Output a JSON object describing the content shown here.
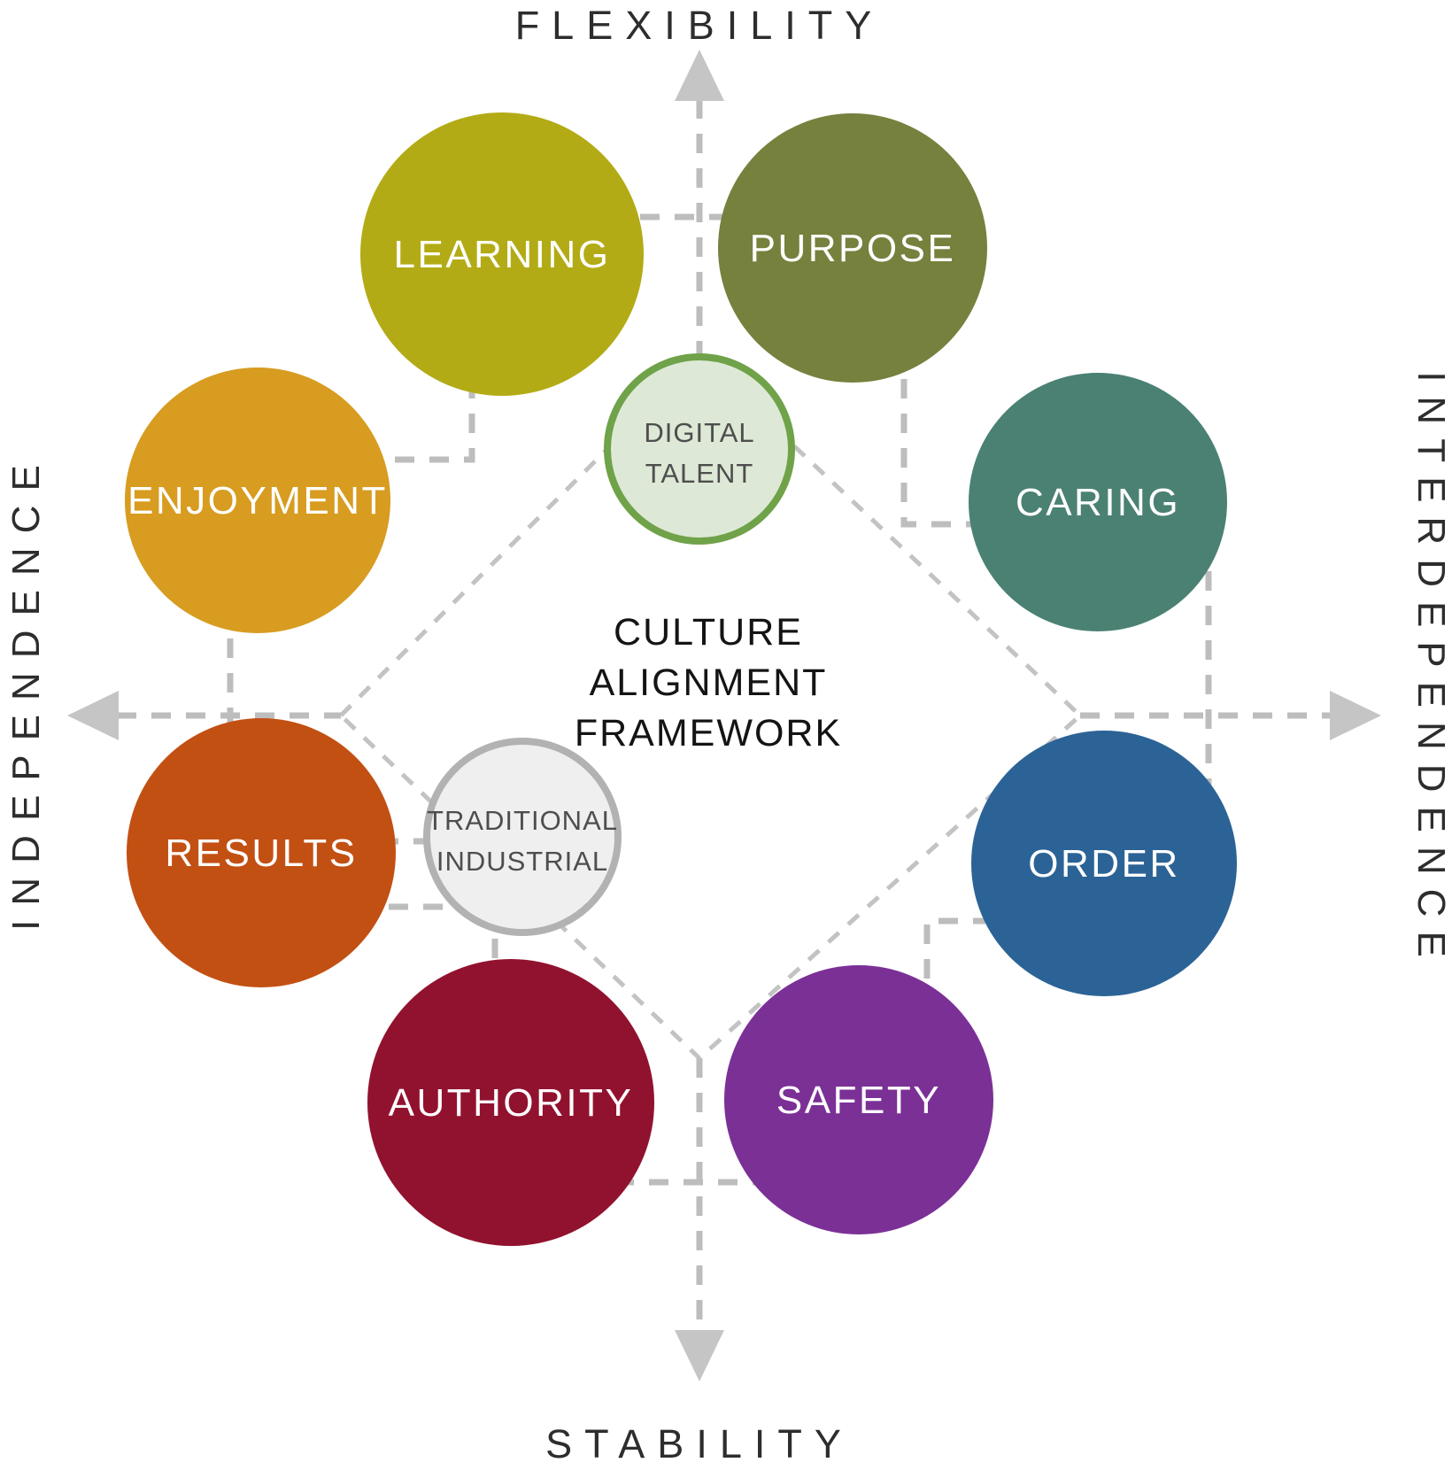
{
  "axes": {
    "top": "FLEXIBILITY",
    "bottom": "STABILITY",
    "left": "INDEPENDENCE",
    "right": "INTERDEPENDENCE"
  },
  "center_label": {
    "lines": [
      "CULTURE",
      "ALIGNMENT",
      "FRAMEWORK"
    ]
  },
  "outer_circles": [
    {
      "id": "learning",
      "label": "LEARNING",
      "color": "#b3ab16"
    },
    {
      "id": "purpose",
      "label": "PURPOSE",
      "color": "#75813d"
    },
    {
      "id": "enjoyment",
      "label": "ENJOYMENT",
      "color": "#d79c20"
    },
    {
      "id": "caring",
      "label": "CARING",
      "color": "#4a8173"
    },
    {
      "id": "results",
      "label": "RESULTS",
      "color": "#c25013"
    },
    {
      "id": "order",
      "label": "ORDER",
      "color": "#2b6396"
    },
    {
      "id": "authority",
      "label": "AUTHORITY",
      "color": "#91122f"
    },
    {
      "id": "safety",
      "label": "SAFETY",
      "color": "#7b3096"
    }
  ],
  "inner_circles": [
    {
      "id": "digital-talent",
      "lines": [
        "DIGITAL",
        "TALENT"
      ],
      "fill": "#dde9d6",
      "border": "#6fa249"
    },
    {
      "id": "traditional-industrial",
      "lines": [
        "TRADITIONAL",
        "INDUSTRIAL"
      ],
      "fill": "#efefef",
      "border": "#b2b2b2"
    }
  ],
  "colors": {
    "dash": "#bdbdbd",
    "diamond_dash": "#c3c3c3",
    "arrow": "#c5c5c5",
    "axis_text": "#2d2d2d",
    "center_text": "#141414",
    "inner_text": "#4e4e4e"
  }
}
